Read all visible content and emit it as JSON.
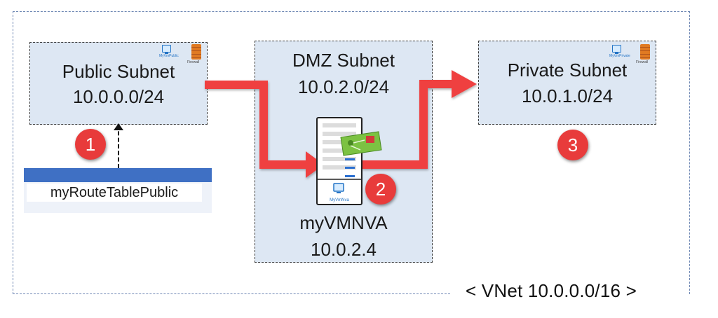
{
  "vnet": {
    "label": "< VNet 10.0.0.0/16 >"
  },
  "public_subnet": {
    "title": "Public Subnet",
    "cidr": "10.0.0.0/24",
    "vm_label": "MyVmPublic",
    "firewall_label": "Firewall"
  },
  "dmz_subnet": {
    "title": "DMZ Subnet",
    "cidr": "10.0.2.0/24",
    "vm_name": "myVMNVA",
    "vm_ip": "10.0.2.4",
    "vm_label": "MyVmNva"
  },
  "private_subnet": {
    "title": "Private Subnet",
    "cidr": "10.0.1.0/24",
    "vm_label": "MyVmPrivate",
    "firewall_label": "Firewall"
  },
  "route_table": {
    "label": "myRouteTablePublic"
  },
  "badges": [
    "1",
    "2",
    "3"
  ],
  "colors": {
    "arrow": "#ef4040",
    "subnet_fill": "#dde7f3",
    "badge": "#e83b3b",
    "route_table_bar": "#3f70c4"
  }
}
